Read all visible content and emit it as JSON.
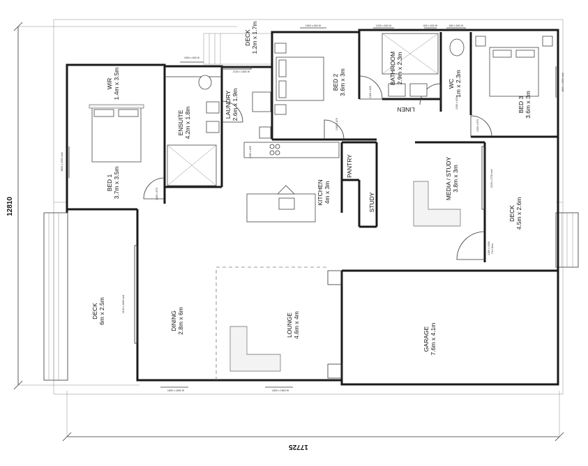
{
  "overall_dims": {
    "height": "12810",
    "width": "17725"
  },
  "rooms": {
    "deck_top": [
      "DECK",
      "1.2m x 1.7m"
    ],
    "bed2": [
      "BED 2",
      "3.6m x 3m"
    ],
    "bathroom": [
      "BATHROOM",
      "2.9m x 2.3m"
    ],
    "wc": [
      "WC",
      "1m x 2.3m"
    ],
    "bed3": [
      "BED 3",
      "3.6m x 3m"
    ],
    "wir": [
      "WIR",
      "1.4m x 3.5m"
    ],
    "ensuite": [
      "ENSUITE",
      "4.2m x 1.8m"
    ],
    "laundry": [
      "LAUNDRY",
      "2.6m x 1.9m"
    ],
    "linen": "LINEN",
    "bed1": [
      "BED 1",
      "3.7m x 3.5m"
    ],
    "pantry": "PANTRY",
    "kitchen": [
      "KITCHEN",
      "4m x 3m"
    ],
    "study": "STUDY",
    "media": [
      "MEDIA / STUDY",
      "3.8m x 3m"
    ],
    "deck_right": [
      "DECK",
      "4.5m x 2.6m"
    ],
    "deck_left": [
      "DECK",
      "6m x 2.5m"
    ],
    "dining": [
      "DINING",
      "2.8m x 6m"
    ],
    "lounge": [
      "LOUNGE",
      "4.6m x 4m"
    ],
    "garage": [
      "GARAGE",
      "7.6m x 4.1m"
    ]
  },
  "openings": {
    "w_top_1": "1800 x 600 W",
    "w_top_2": "1200 x 600 W",
    "w_top_3": "600 x 600 W",
    "w_top_4": "600 x 600 W",
    "w_deck": "1500 x 600 W",
    "door_ld": "2100 x 1800 W",
    "door_bed1": "2100 x 870",
    "door_laundry": "2100 x 820",
    "door_bed2": "2100 x 870",
    "door_bath": "2100 x 820",
    "door_wc": "2100 x 820",
    "door_bed3": "2100 x 870",
    "w_left": "1800 x 1500 sww",
    "w_right": "1800 x 1500 sww",
    "slide_media": "2100 x 2700 sed",
    "fire_door": [
      "2100 x 1000",
      "Fire Door"
    ],
    "slide_deck": "2100 x 3600 sed",
    "w_bottom_1": "1800 x 1800 W",
    "w_bottom_2": "1800 x 1800 W"
  }
}
